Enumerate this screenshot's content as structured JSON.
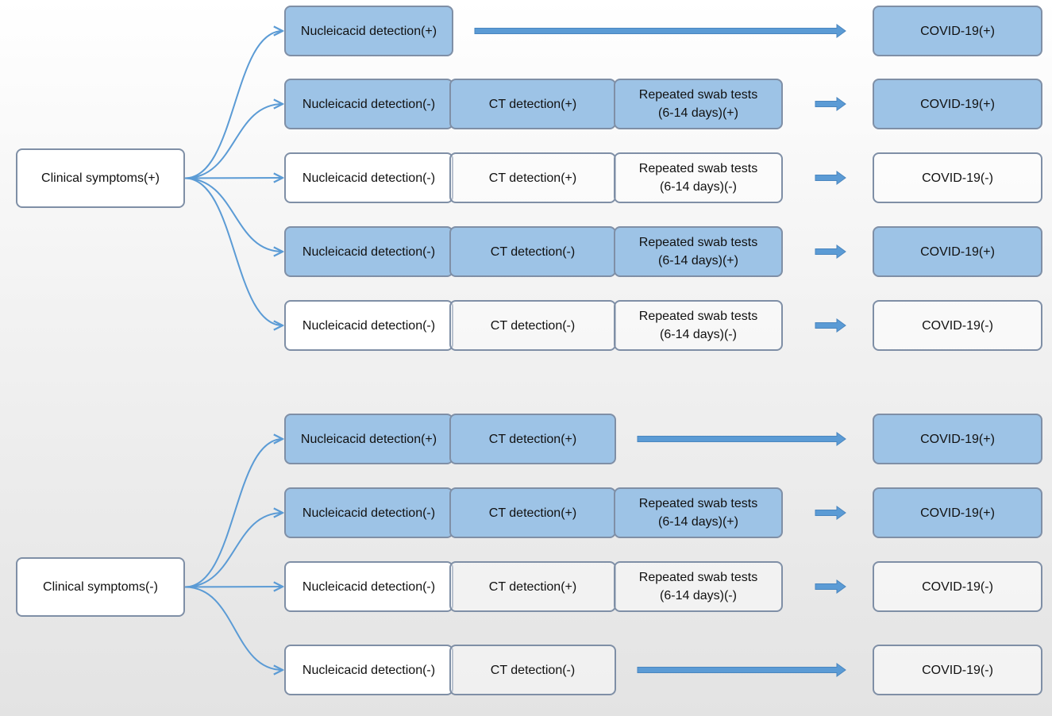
{
  "colors": {
    "positive_fill": "#9dc3e6",
    "border": "#7f8fa6",
    "connector": "#5b9bd5",
    "arrow": "#5b9bd5"
  },
  "groups": [
    {
      "source": "Clinical symptoms(+)",
      "rows": [
        {
          "result_positive": true,
          "steps": [
            "Nucleicacid detection(+)"
          ],
          "result": "COVID-19(+)"
        },
        {
          "result_positive": true,
          "steps": [
            "Nucleicacid detection(-)",
            "CT detection(+)",
            "Repeated swab tests\n(6-14 days)(+)"
          ],
          "result": "COVID-19(+)"
        },
        {
          "result_positive": false,
          "steps": [
            "Nucleicacid detection(-)",
            "CT detection(+)",
            "Repeated swab tests\n(6-14 days)(-)"
          ],
          "result": "COVID-19(-)"
        },
        {
          "result_positive": true,
          "steps": [
            "Nucleicacid detection(-)",
            "CT detection(-)",
            "Repeated swab tests\n(6-14 days)(+)"
          ],
          "result": "COVID-19(+)"
        },
        {
          "result_positive": false,
          "steps": [
            "Nucleicacid detection(-)",
            "CT detection(-)",
            "Repeated swab tests\n(6-14 days)(-)"
          ],
          "result": "COVID-19(-)"
        }
      ]
    },
    {
      "source": "Clinical symptoms(-)",
      "rows": [
        {
          "result_positive": true,
          "steps": [
            "Nucleicacid detection(+)",
            "CT detection(+)"
          ],
          "result": "COVID-19(+)"
        },
        {
          "result_positive": true,
          "steps": [
            "Nucleicacid detection(-)",
            "CT detection(+)",
            "Repeated swab tests\n(6-14 days)(+)"
          ],
          "result": "COVID-19(+)"
        },
        {
          "result_positive": false,
          "steps": [
            "Nucleicacid detection(-)",
            "CT detection(+)",
            "Repeated swab tests\n(6-14 days)(-)"
          ],
          "result": "COVID-19(-)"
        },
        {
          "result_positive": false,
          "steps": [
            "Nucleicacid detection(-)",
            "CT detection(-)"
          ],
          "result": "COVID-19(-)"
        }
      ]
    }
  ]
}
